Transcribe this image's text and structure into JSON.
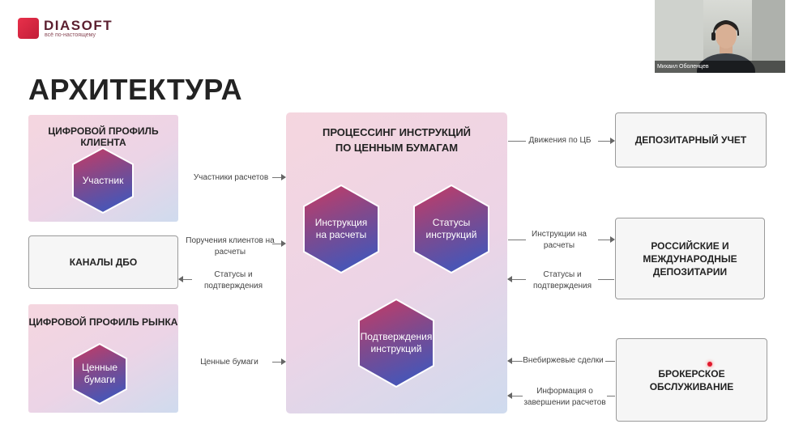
{
  "logo": {
    "name": "DIASOFT",
    "tagline": "всё по-настоящему"
  },
  "webcam": {
    "name": "Михаил Оболенцев"
  },
  "slide_title": "АРХИТЕКТУРА",
  "client_profile": {
    "title": "ЦИФРОВОЙ ПРОФИЛЬ КЛИЕНТА",
    "hex": "Участник"
  },
  "dbo_channels": {
    "title": "КАНАЛЫ ДБО"
  },
  "market_profile": {
    "title": "ЦИФРОВОЙ ПРОФИЛЬ РЫНКА",
    "hex": "Ценные бумаги"
  },
  "processing": {
    "title_line1": "ПРОЦЕССИНГ ИНСТРУКЦИЙ",
    "title_line2": "ПО ЦЕННЫМ БУМАГАМ",
    "hex1": "Инструкция на расчеты",
    "hex2": "Статусы инструкций",
    "hex3": "Подтверждения инструкций"
  },
  "depository": {
    "title": "ДЕПОЗИТАРНЫЙ УЧЕТ"
  },
  "depositories": {
    "title": "РОССИЙСКИЕ И МЕЖДУНАРОДНЫЕ ДЕПОЗИТАРИИ"
  },
  "brokerage": {
    "title": "БРОКЕРСКОЕ ОБСЛУЖИВАНИЕ"
  },
  "flows": {
    "participants": "Участники расчетов",
    "client_orders": "Поручения клиентов на расчеты",
    "statuses_left": "Статусы и подтверждения",
    "securities": "Ценные бумаги",
    "cb_movements": "Движения по ЦБ",
    "instructions_right": "Инструкции на расчеты",
    "statuses_right": "Статусы и подтверждения",
    "otc_deals": "Внебиржевые сделки",
    "settlement_info": "Информация о завершении расчетов"
  },
  "colors": {
    "hex_top": "#c83a63",
    "hex_bottom": "#4b55b4",
    "accent_red": "#e0182d"
  }
}
